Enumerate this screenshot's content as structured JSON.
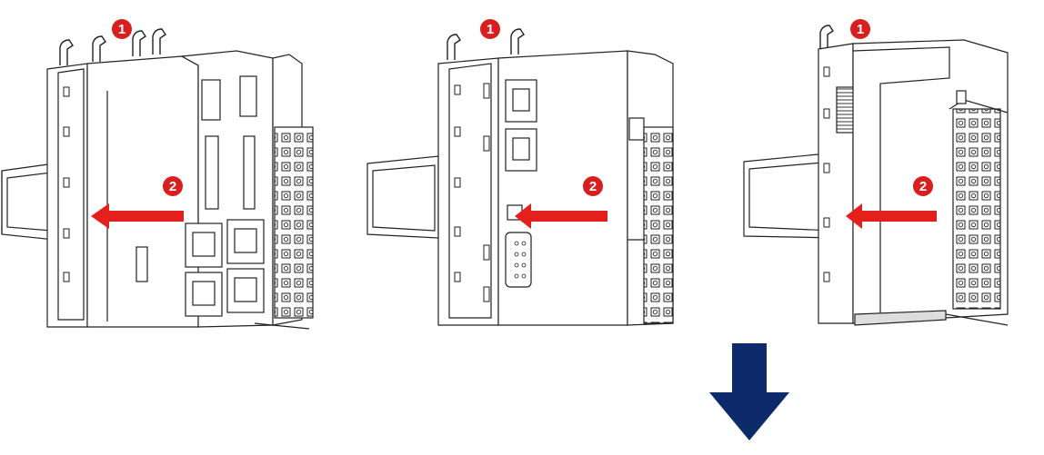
{
  "diagram": {
    "steps": [
      {
        "figure": "plc-module-with-rj45-ports",
        "callouts": [
          "1",
          "2"
        ]
      },
      {
        "figure": "coupler-module-with-ethernet-and-db9",
        "callouts": [
          "1",
          "2"
        ]
      },
      {
        "figure": "io-terminal-module",
        "callouts": [
          "1",
          "2"
        ]
      }
    ],
    "colors": {
      "callout": "#d81e1e",
      "arrow": "#e3201b",
      "down_arrow": "#0d2a6b",
      "line": "#222222"
    }
  }
}
